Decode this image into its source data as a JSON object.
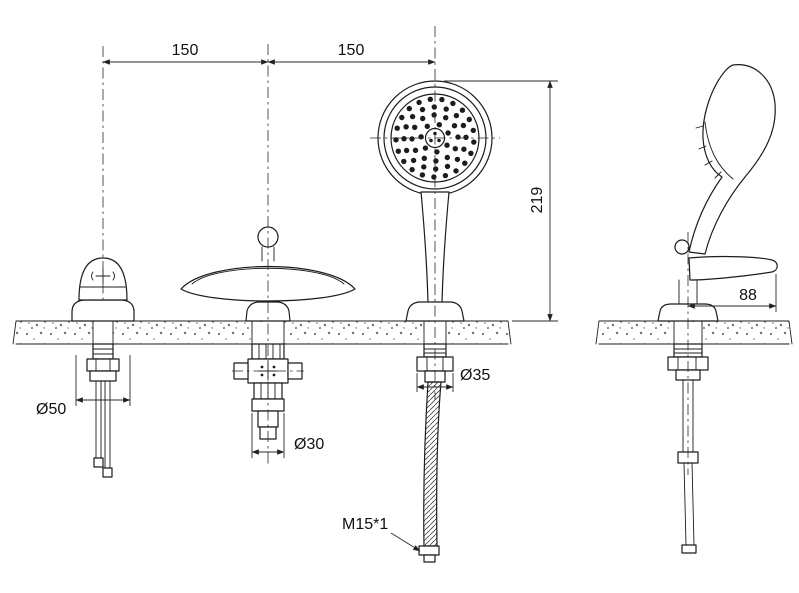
{
  "labels": {
    "dim_spacing_left": "150",
    "dim_spacing_right": "150",
    "dim_height": "219",
    "dim_arm": "88",
    "dim_dia_left": "Ø50",
    "dim_dia_center": "Ø30",
    "dim_dia_hose": "Ø35",
    "dim_thread": "M15*1"
  },
  "colors": {
    "line": "#1c1c1c",
    "background": "#ffffff"
  }
}
